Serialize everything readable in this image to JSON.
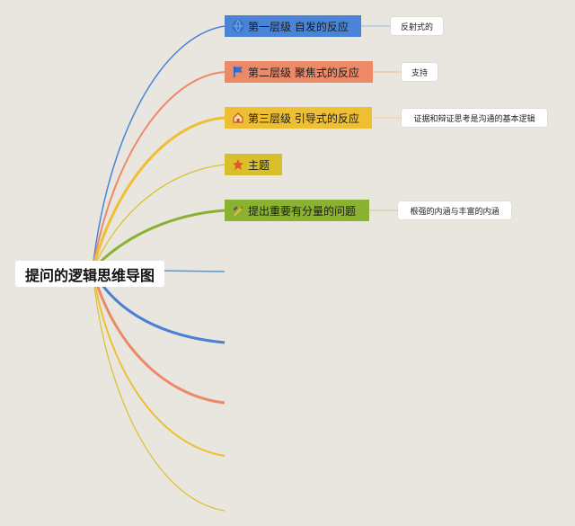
{
  "root": {
    "label": "提问的逻辑思维导图"
  },
  "branches": [
    {
      "label": "第一层级 自发的反应",
      "icon": "globe-icon",
      "color": "#4a84d6",
      "note": "反射式的"
    },
    {
      "label": "第二层级 聚焦式的反应",
      "icon": "flag-icon",
      "color": "#ec8a68",
      "note": "支持"
    },
    {
      "label": "第三层级 引导式的反应",
      "icon": "house-icon",
      "color": "#efbf33",
      "note": "证据和辩证思考是沟通的基本逻辑"
    },
    {
      "label": "主题",
      "icon": "star-icon",
      "color": "#d9c02a",
      "note": ""
    },
    {
      "label": "提出重要有分量的问题",
      "icon": "pencil-ruler-icon",
      "color": "#8bb130",
      "note": "根强的内涵与丰富的内涵"
    }
  ],
  "colors": {
    "background": "#e9e6e0",
    "blue": "#4a84d6",
    "orange": "#ec8a68",
    "yellow": "#efbf33",
    "olive": "#d9c02a",
    "green": "#8bb130"
  }
}
